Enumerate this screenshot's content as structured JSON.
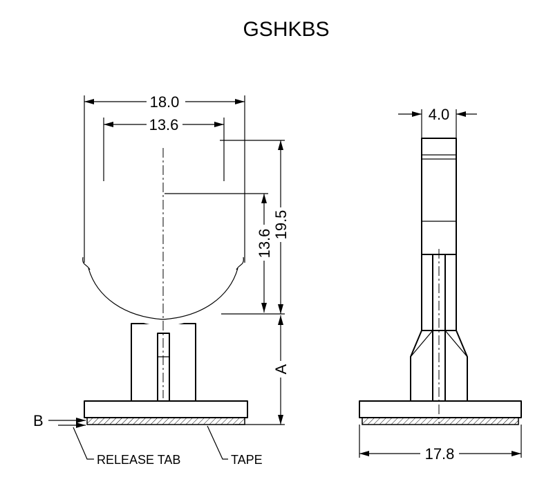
{
  "title": "GSHKBS",
  "dimensions": {
    "outer_width": "18.0",
    "inner_width": "13.6",
    "inner_height": "13.6",
    "outer_height": "19.5",
    "stem_height": "A",
    "tape_thickness": "B",
    "side_width": "4.0",
    "base_width": "17.8"
  },
  "callouts": {
    "release_tab": "RELEASE TAB",
    "tape": "TAPE"
  }
}
